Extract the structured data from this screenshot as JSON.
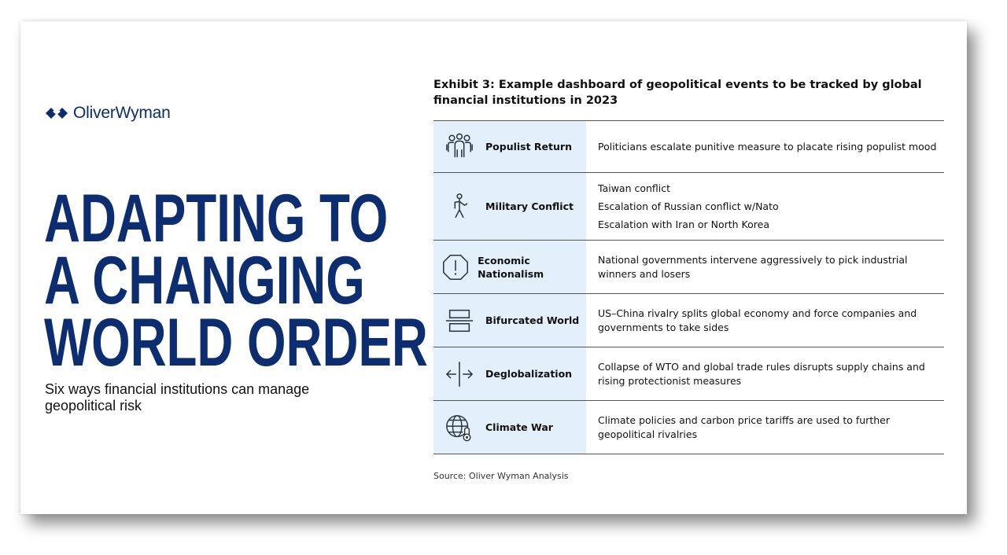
{
  "brand": {
    "name": "OliverWyman",
    "logo_icon": "oliverwyman-logo-icon",
    "color": "#0b2c6e"
  },
  "headline": {
    "lines": [
      "ADAPTING TO",
      "A CHANGING",
      "WORLD ORDER"
    ],
    "color": "#0c2d6f"
  },
  "subheadline": "Six ways financial institutions can manage geopolitical risk",
  "exhibit": {
    "title": "Exhibit 3: Example dashboard of geopolitical events to be tracked by global financial institutions in 2023",
    "rows": [
      {
        "icon": "people-group-icon",
        "name": "Populist Return",
        "desc": [
          "Politicians escalate punitive measure to placate rising populist mood"
        ]
      },
      {
        "icon": "soldier-icon",
        "name": "Military Conflict",
        "desc": [
          "Taiwan conflict",
          "Escalation of Russian conflict w/Nato",
          "Escalation with Iran or North Korea"
        ]
      },
      {
        "icon": "warning-octagon-icon",
        "name": "Economic Nationalism",
        "desc": [
          "National governments intervene aggressively to pick industrial winners and losers"
        ]
      },
      {
        "icon": "split-boxes-icon",
        "name": "Bifurcated World",
        "desc": [
          "US–China rivalry splits global economy and force companies and governments to take sides"
        ]
      },
      {
        "icon": "diverging-arrows-icon",
        "name": "Deglobalization",
        "desc": [
          "Collapse of WTO and global trade rules disrupts supply chains and rising protectionist measures"
        ]
      },
      {
        "icon": "globe-thermometer-icon",
        "name": "Climate War",
        "desc": [
          "Climate policies and carbon price tariffs are used to further geopolitical rivalries"
        ]
      }
    ],
    "source": "Source: Oliver Wyman Analysis"
  },
  "colors": {
    "row_label_bg": "#e3f0fb",
    "rule": "#555555",
    "icon_stroke": "#2a3340"
  }
}
